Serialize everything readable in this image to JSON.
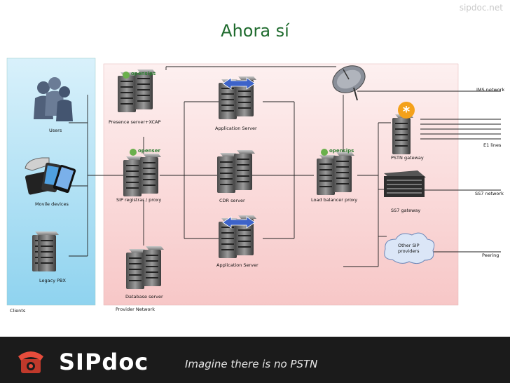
{
  "header": {
    "title": "Ahora sí",
    "watermark": "sipdoc.net"
  },
  "diagram": {
    "zones": {
      "clients": "Clients",
      "provider": "Provider Network"
    },
    "nodes": {
      "users": "Users",
      "mobile": "Movile devices",
      "legacy_pbx": "Legacy PBX",
      "presence": "Presence server+XCAP",
      "sip_registrar": "SIP registrar / proxy",
      "database": "Database server",
      "app_server_top": "Application Server",
      "cdr": "CDR server",
      "app_server_bottom": "Application Server",
      "load_balancer": "Load balancer proxy",
      "pstn_gateway": "PSTN gateway",
      "ss7_gateway": "SS7 gateway",
      "other_sip": "Other SIP providers"
    },
    "external": {
      "ims": "IMS network",
      "e1": "E1 lines",
      "ss7": "SS7 network",
      "peering": "Peering"
    },
    "logos": {
      "opensips": "opensips",
      "openser": "openser"
    }
  },
  "footer": {
    "brand": "SIPdoc",
    "tagline": "Imagine there is no PSTN"
  },
  "colors": {
    "title": "#1f6b2e",
    "clients_zone": "#bfe6f7",
    "provider_zone": "#fbdfdf",
    "footer": "#1b1b1b"
  }
}
